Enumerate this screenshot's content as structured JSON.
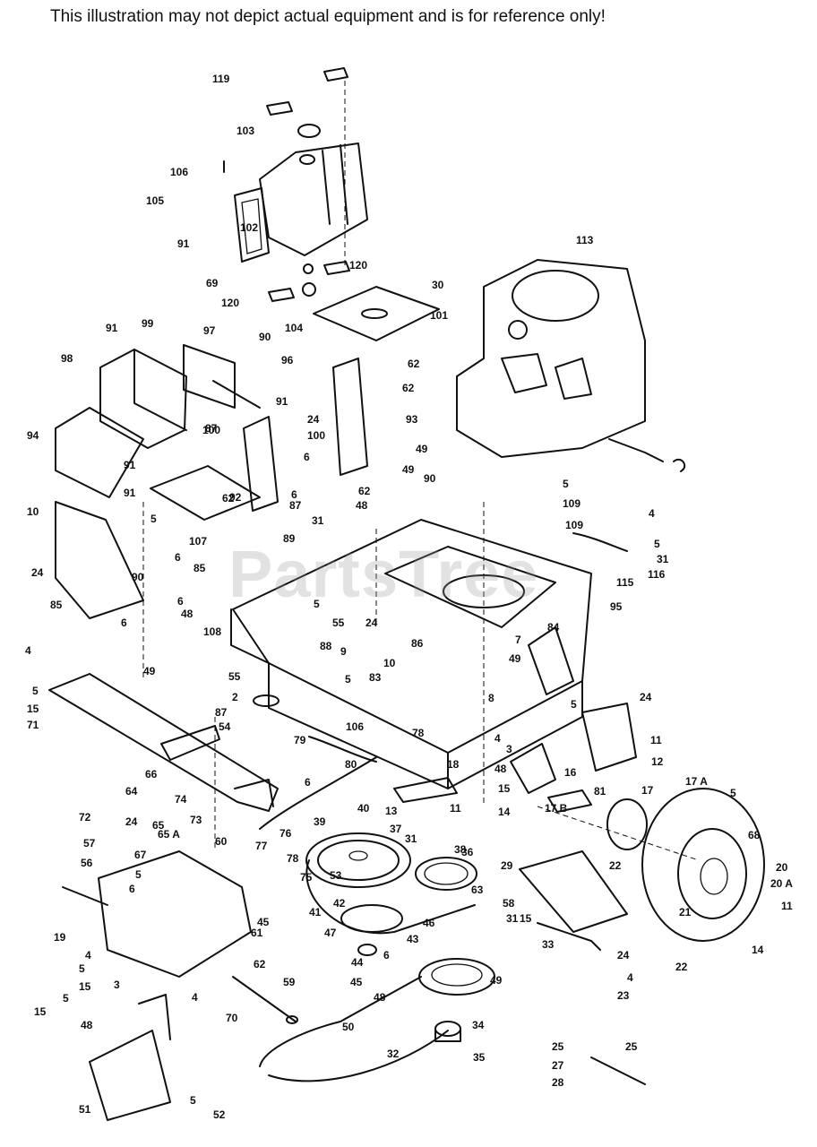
{
  "disclaimer": "This illustration may not depict actual equipment and is for reference only!",
  "watermark": "PartsTree",
  "callouts": [
    "119",
    "103",
    "106",
    "105",
    "91",
    "102",
    "69",
    "120",
    "120",
    "104",
    "30",
    "101",
    "113",
    "99",
    "91",
    "97",
    "90",
    "98",
    "96",
    "100",
    "62",
    "91",
    "62",
    "24",
    "93",
    "94",
    "91",
    "100",
    "87",
    "6",
    "49",
    "49",
    "90",
    "91",
    "62",
    "92",
    "5",
    "6",
    "87",
    "48",
    "62",
    "107",
    "89",
    "10",
    "6",
    "85",
    "31",
    "5",
    "109",
    "109",
    "4",
    "5",
    "31",
    "116",
    "115",
    "95",
    "24",
    "90",
    "85",
    "6",
    "5",
    "55",
    "24",
    "86",
    "48",
    "108",
    "88",
    "9",
    "10",
    "7",
    "84",
    "49",
    "55",
    "5",
    "83",
    "6",
    "2",
    "24",
    "4",
    "5",
    "15",
    "71",
    "49",
    "87",
    "54",
    "106",
    "8",
    "5",
    "4",
    "3",
    "11",
    "12",
    "16",
    "81",
    "79",
    "78",
    "80",
    "18",
    "17",
    "17 A",
    "5",
    "48",
    "15",
    "14",
    "17 B",
    "68",
    "66",
    "64",
    "74",
    "6",
    "13",
    "11",
    "40",
    "39",
    "37",
    "38",
    "31",
    "72",
    "24",
    "73",
    "65",
    "57",
    "67",
    "65 A",
    "56",
    "5",
    "6",
    "76",
    "77",
    "78",
    "75",
    "60",
    "36",
    "22",
    "29",
    "20",
    "20 A",
    "11",
    "21",
    "22",
    "14",
    "19",
    "53",
    "41",
    "42",
    "46",
    "47",
    "43",
    "45",
    "61",
    "62",
    "63",
    "58",
    "31",
    "15",
    "4",
    "6",
    "44",
    "45",
    "48",
    "49",
    "33",
    "23",
    "24",
    "4",
    "5",
    "15",
    "59",
    "5",
    "3",
    "15",
    "48",
    "4",
    "70",
    "50",
    "34",
    "35",
    "32",
    "25",
    "27",
    "28",
    "25",
    "51",
    "5",
    "52"
  ]
}
